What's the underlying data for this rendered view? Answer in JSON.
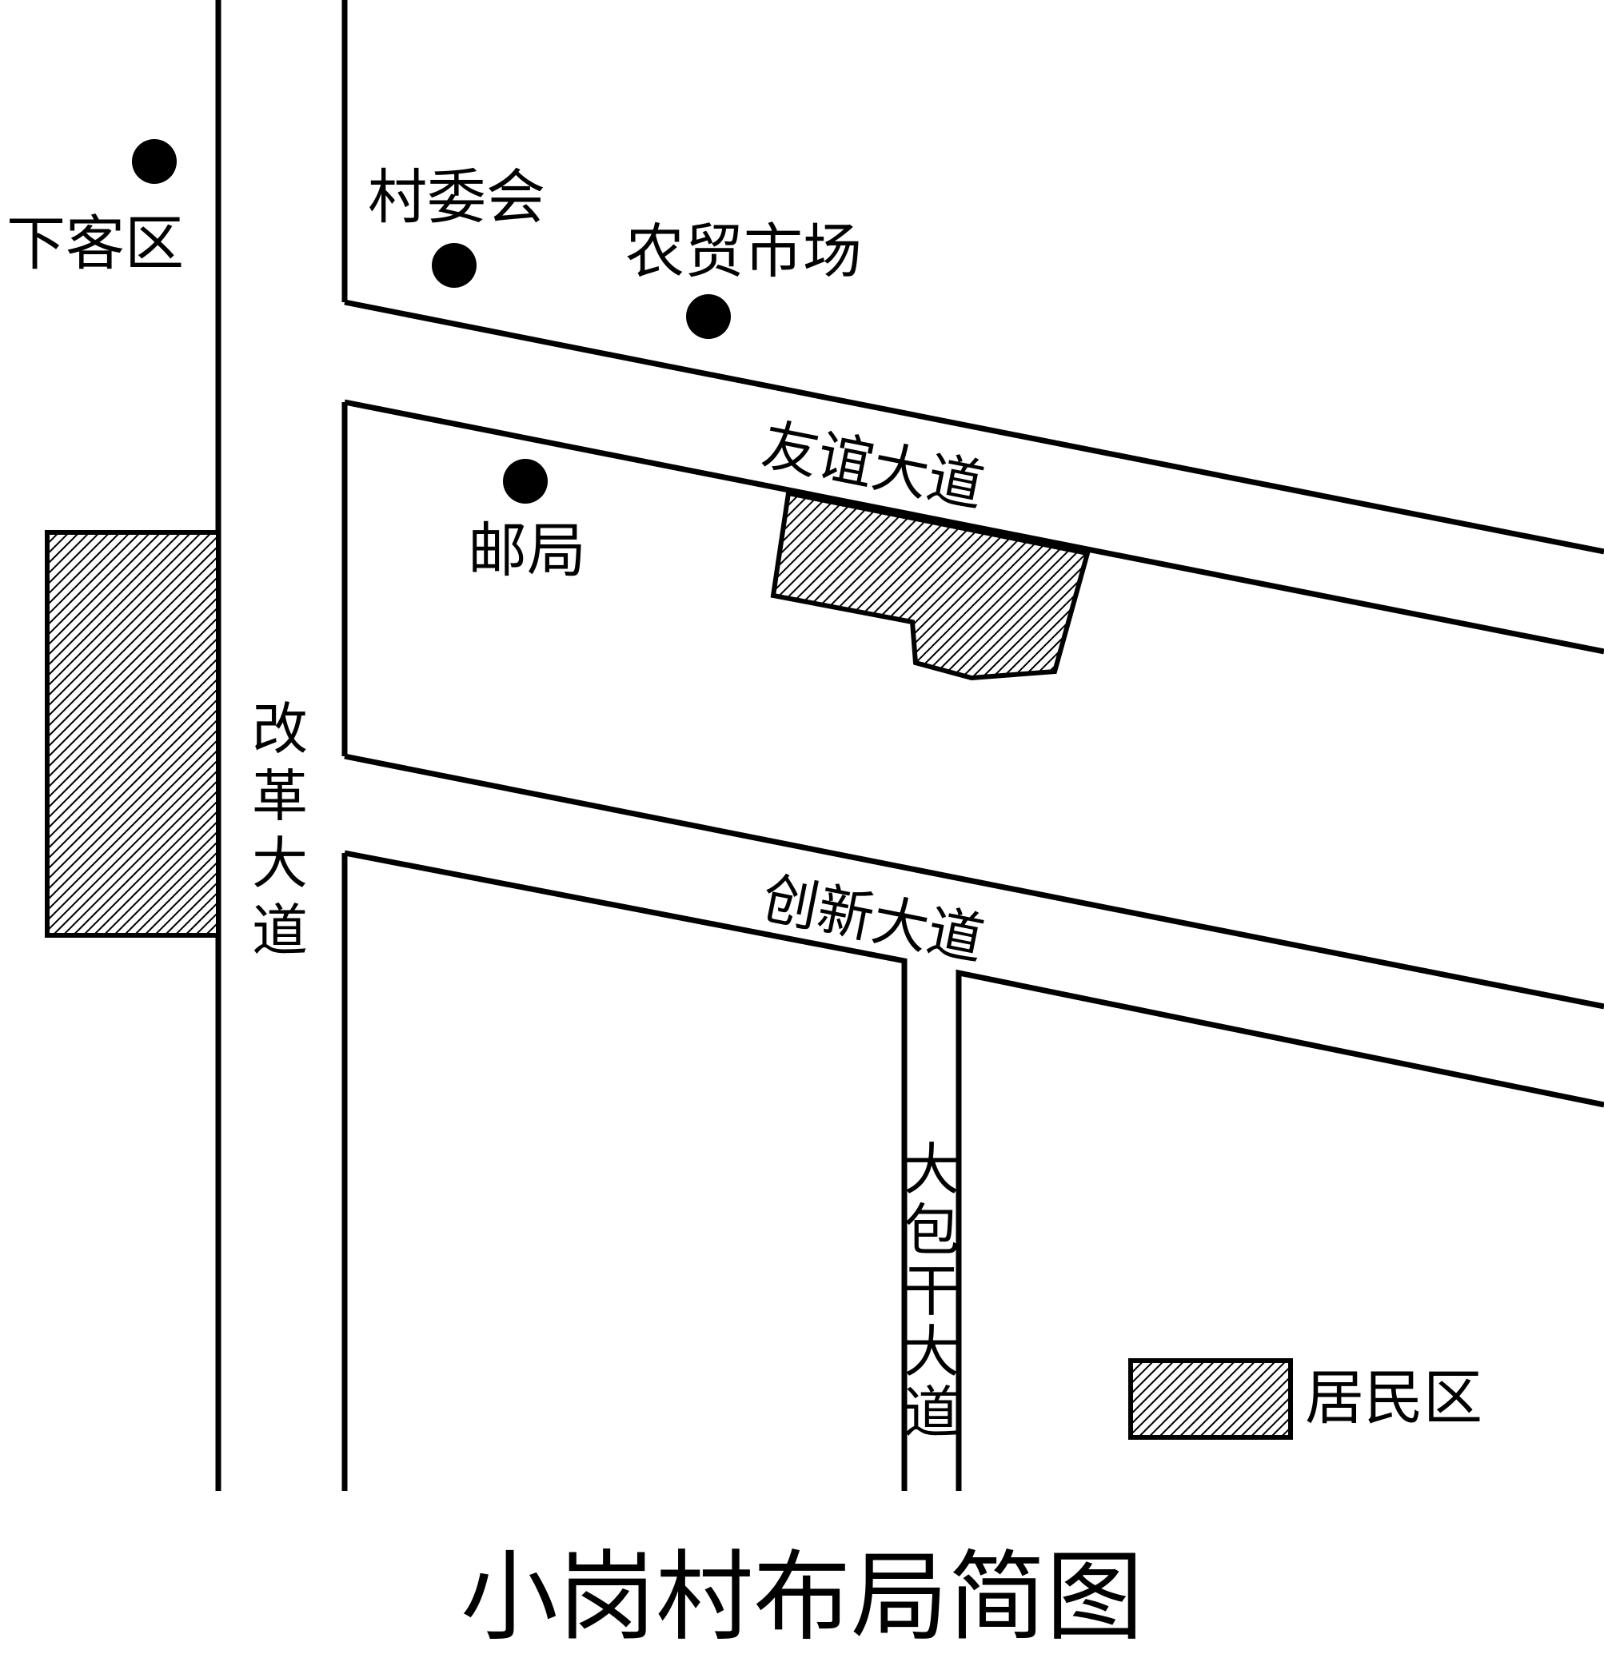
{
  "map": {
    "title": "小岗村布局简图",
    "roads": {
      "gaige": "改革大道",
      "youyi": "友谊大道",
      "chuangxin": "创新大道",
      "dabaogan": "大包干大道"
    },
    "places": {
      "xiake": "下客区",
      "cunweihui": "村委会",
      "nongmao": "农贸市场",
      "youju": "邮局"
    },
    "legend": {
      "residential": "居民区"
    }
  }
}
